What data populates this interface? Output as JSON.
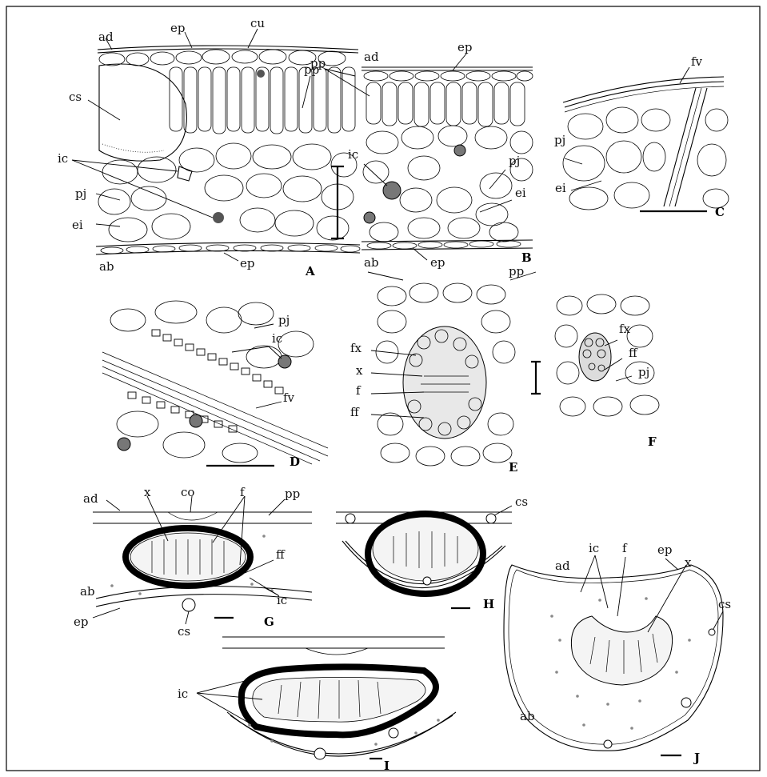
{
  "figure": {
    "panels": {
      "A": {
        "letter": "A",
        "labels": {
          "ad": "ad",
          "ep_top": "ep",
          "cu": "cu",
          "pp": "pp",
          "cs": "cs",
          "ic": "ic",
          "pj": "pj",
          "ei": "ei",
          "ab": "ab",
          "ep_bottom": "ep"
        }
      },
      "B": {
        "letter": "B",
        "labels": {
          "ad": "ad",
          "ep_top": "ep",
          "ic": "ic",
          "pj": "pj",
          "ei": "ei",
          "ab": "ab",
          "ep_bottom": "ep"
        }
      },
      "C": {
        "letter": "C",
        "labels": {
          "fv": "fv",
          "pj": "pj",
          "ei": "ei"
        }
      },
      "D": {
        "letter": "D",
        "labels": {
          "pj": "pj",
          "ic": "ic",
          "fv": "fv"
        }
      },
      "E": {
        "letter": "E",
        "labels": {
          "pp": "pp",
          "fx": "fx",
          "x": "x",
          "f": "f",
          "ff": "ff"
        }
      },
      "F": {
        "letter": "F",
        "labels": {
          "fx": "fx",
          "ff": "ff",
          "pj": "pj"
        }
      },
      "G": {
        "letter": "G",
        "labels": {
          "ad": "ad",
          "x": "x",
          "co": "co",
          "f": "f",
          "pp": "pp",
          "ff": "ff",
          "ab": "ab",
          "ic": "ic",
          "ep": "ep",
          "cs": "cs"
        }
      },
      "H": {
        "letter": "H",
        "labels": {
          "cs": "cs"
        }
      },
      "I": {
        "letter": "I",
        "labels": {
          "ic": "ic"
        }
      },
      "J": {
        "letter": "J",
        "labels": {
          "ic": "ic",
          "f": "f",
          "ep": "ep",
          "ad": "ad",
          "x": "x",
          "cs": "cs",
          "ab": "ab"
        }
      }
    }
  }
}
